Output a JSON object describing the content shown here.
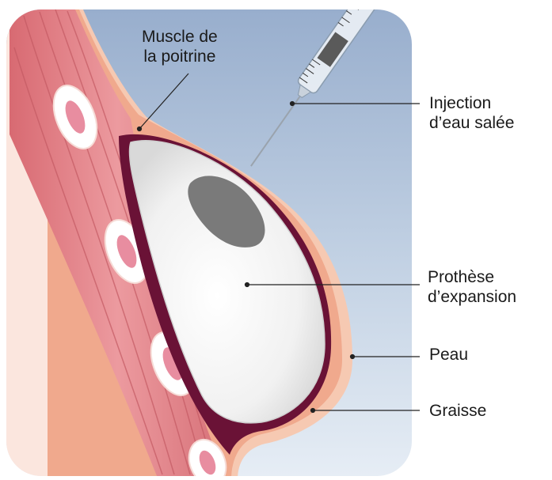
{
  "labels": {
    "muscle": {
      "line1": "Muscle de",
      "line2": "la poitrine"
    },
    "injection": {
      "line1": "Injection",
      "line2": "d’eau salée"
    },
    "prothese": {
      "line1": "Prothèse",
      "line2": "d’expansion"
    },
    "peau": "Peau",
    "graisse": "Graisse"
  },
  "colors": {
    "sky_top": "#9fb5d2",
    "sky_bottom": "#e4ecf4",
    "body_skin": "#fbe7df",
    "muscle": "#e7868c",
    "muscle_dark": "#b8525a",
    "fat_layer": "#f2b79a",
    "cavity": "#6b1236",
    "implant": "#f4f4f4",
    "saline": "#7a7a7a",
    "leader_line": "#222222"
  }
}
